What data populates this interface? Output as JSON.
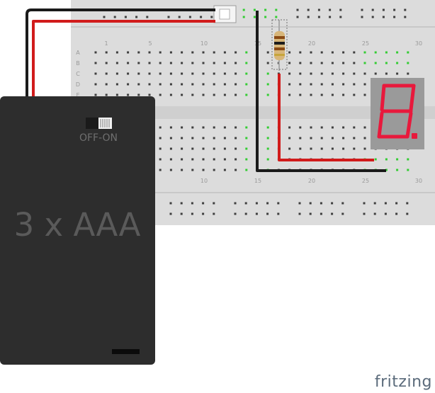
{
  "breadboard": {
    "column_labels": [
      "1",
      "5",
      "10",
      "15",
      "20",
      "25",
      "30"
    ],
    "row_labels": [
      "A",
      "B",
      "C",
      "D",
      "E"
    ]
  },
  "battery": {
    "label": "3 x AAA",
    "switch_label": "OFF-ON"
  },
  "seven_segment": {
    "color": "#e8193c",
    "digit": "8."
  },
  "wires": {
    "red": "#d11b1b",
    "black": "#1a1a1a"
  },
  "brand": "fritzing"
}
